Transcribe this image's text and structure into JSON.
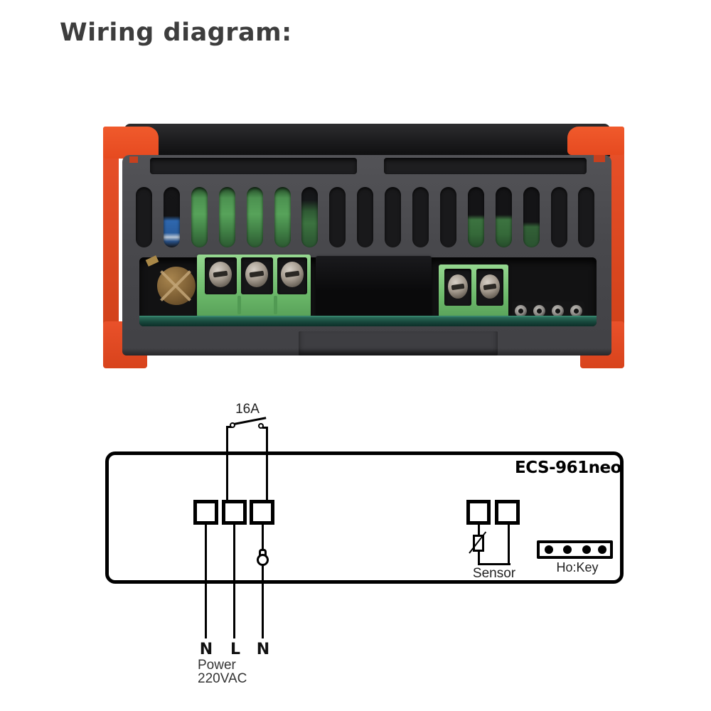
{
  "title": "Wiring diagram:",
  "schematic": {
    "model": "ECS-961neo",
    "relay_rating": "16A",
    "sensor_label": "Sensor",
    "hokey_label": "Ho:Key",
    "terminals_bottom": [
      "N",
      "L",
      "N"
    ],
    "power": {
      "line1": "Power",
      "line2": "220VAC"
    }
  },
  "photo": {
    "colors": {
      "bracket_orange": "#e84e26",
      "body_gray": "#49494d",
      "terminal_green": "#7dc87a",
      "pcb_teal": "#1d5244",
      "component_blue": "#2e67ae"
    }
  }
}
